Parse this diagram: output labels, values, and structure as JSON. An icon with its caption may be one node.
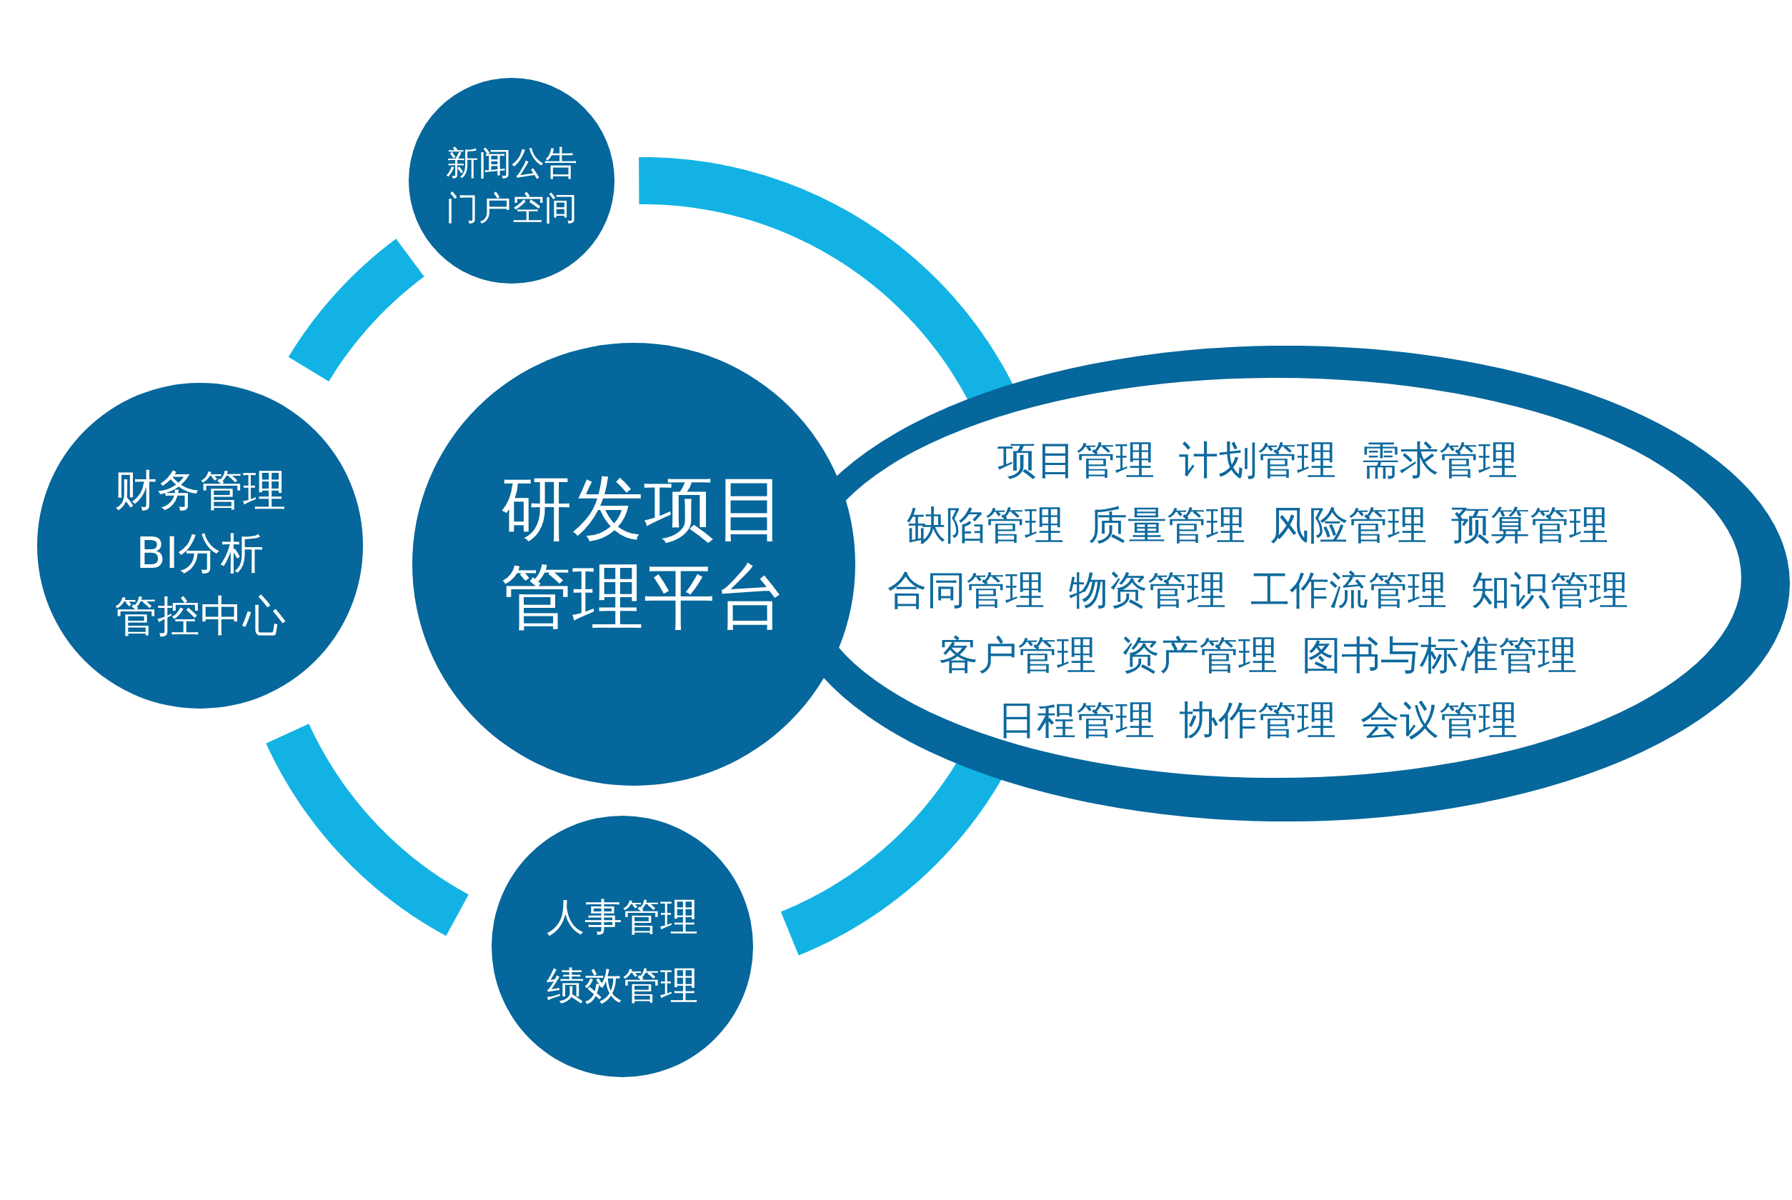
{
  "diagram": {
    "nodes": [
      {
        "text": [
          "新闻公告",
          "门户空间"
        ]
      },
      {
        "text": [
          "财务管理",
          "BI分析",
          "管控中心"
        ]
      },
      {
        "text": [
          "研发项目管理平台"
        ]
      },
      {
        "text": [
          "项目管理",
          "计划管理",
          "需求管理",
          "缺陷管理",
          "质量管理",
          "风险管理",
          "预算管理",
          "合同管理",
          "物资管理",
          "工作流管理",
          "知识管理",
          "客户管理",
          "资产管理",
          "图书与标准管理",
          "日程管理",
          "协作管理",
          "会议管理"
        ]
      },
      {
        "text": [
          "人事管理",
          "绩效管理"
        ]
      }
    ],
    "edges": [
      {
        "from": 0,
        "to": 1,
        "arrow": "none"
      },
      {
        "from": 1,
        "to": 4,
        "arrow": "none"
      },
      {
        "from": 4,
        "to": 3,
        "arrow": "none"
      },
      {
        "from": 3,
        "to": 0,
        "arrow": "none"
      }
    ]
  }
}
